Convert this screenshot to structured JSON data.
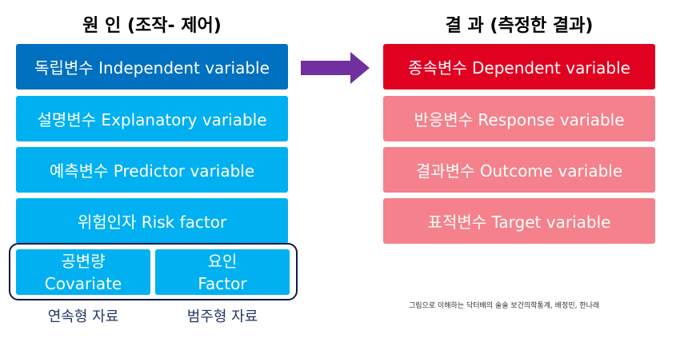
{
  "left": {
    "heading": "원  인 (조작- 제어)",
    "items": [
      "독립변수 Independent variable",
      "설명변수 Explanatory variable",
      "예측변수 Predictor variable",
      "위험인자 Risk factor"
    ],
    "covariate": {
      "ko": "공변량",
      "en": "Covariate"
    },
    "factor": {
      "ko": "요인",
      "en": "Factor"
    },
    "captions": [
      "연속형 자료",
      "범주형 자료"
    ]
  },
  "right": {
    "heading": "결  과 (측정한 결과)",
    "items": [
      "종속변수 Dependent variable",
      "반응변수 Response variable",
      "결과변수 Outcome variable",
      "표적변수 Target variable"
    ]
  },
  "source": "그림으로 이해하는 닥터배의 술술 보건의학통계, 배정민, 한나래",
  "colors": {
    "independent": "#0070c0",
    "cause_box": "#00b0f0",
    "dependent": "#e00020",
    "effect_box": "#f4818b",
    "arrow": "#7030a0"
  }
}
